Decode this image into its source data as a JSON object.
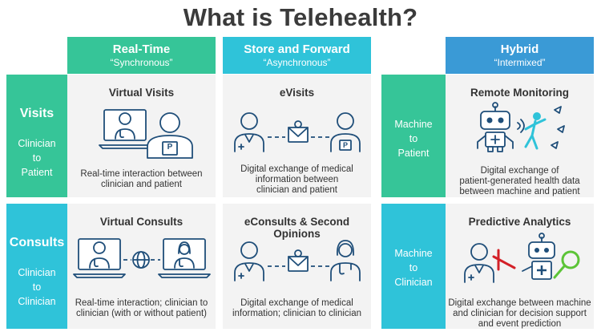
{
  "title": "What is Telehealth?",
  "columns": {
    "realtime": {
      "title": "Real-Time",
      "subtitle": "“Synchronous”"
    },
    "store": {
      "title": "Store and Forward",
      "subtitle": "“Asynchronous”"
    },
    "hybrid": {
      "title": "Hybrid",
      "subtitle": "“Intermixed”"
    }
  },
  "rows": {
    "visits": {
      "label": "Visits",
      "sub1": "Clinician",
      "sub2": "to",
      "sub3": "Patient"
    },
    "consults": {
      "label": "Consults",
      "sub1": "Clinician",
      "sub2": "to",
      "sub3": "Clinician"
    }
  },
  "hybrid_rows": {
    "visits": {
      "sub1": "Machine",
      "sub2": "to",
      "sub3": "Patient"
    },
    "consults": {
      "sub1": "Machine",
      "sub2": "to",
      "sub3": "Clinician"
    }
  },
  "cells": {
    "virtual_visits": {
      "title": "Virtual Visits",
      "desc1": "Real-time interaction between",
      "desc2": "clinician and patient",
      "badge": "P"
    },
    "evisits": {
      "title": "eVisits",
      "desc1": "Digital exchange of medical",
      "desc2": "information between",
      "desc3": "clinician and patient",
      "badge": "P"
    },
    "remote_monitoring": {
      "title": "Remote Monitoring",
      "desc1": "Digital exchange of",
      "desc2": "patient-generated health data",
      "desc3": "between machine and patient"
    },
    "virtual_consults": {
      "title": "Virtual Consults",
      "desc1": "Real-time interaction; clinician to",
      "desc2": "clinician (with or without patient)"
    },
    "econsults": {
      "title": "eConsults & Second Opinions",
      "desc1": "Digital exchange of medical",
      "desc2": "information; clinician to clinician"
    },
    "predictive": {
      "title": "Predictive Analytics",
      "desc1": "Digital exchange between machine",
      "desc2": "and clinician for decision support",
      "desc3": "and event prediction"
    }
  },
  "colors": {
    "visits": "#36c598",
    "consults": "#2fc3d9",
    "hybrid": "#3a9ad6",
    "icon": "#1f4e79"
  }
}
